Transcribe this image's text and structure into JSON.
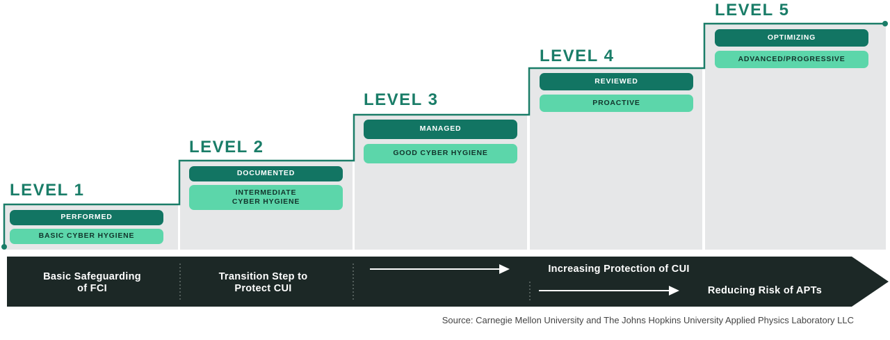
{
  "levels": [
    {
      "title": "LEVEL 1",
      "process": "PERFORMED",
      "practice": "BASIC CYBER HYGIENE"
    },
    {
      "title": "LEVEL 2",
      "process": "DOCUMENTED",
      "practice": "INTERMEDIATE\nCYBER HYGIENE"
    },
    {
      "title": "LEVEL 3",
      "process": "MANAGED",
      "practice": "GOOD CYBER HYGIENE"
    },
    {
      "title": "LEVEL 4",
      "process": "REVIEWED",
      "practice": "PROACTIVE"
    },
    {
      "title": "LEVEL 5",
      "process": "OPTIMIZING",
      "practice": "ADVANCED/PROGRESSIVE"
    }
  ],
  "band": {
    "segment_1": "Basic Safeguarding\nof FCI",
    "segment_2": "Transition Step to\nProtect CUI",
    "arrow_1_label": "Increasing Protection of CUI",
    "arrow_2_label": "Reducing Risk of APTs"
  },
  "source": "Source: Carnegie Mellon University and The Johns Hopkins University Applied Physics Laboratory LLC",
  "colors": {
    "title_green": "#1a7d68",
    "dark_pill": "#127563",
    "light_pill": "#5cd6aa",
    "panel_gray": "#e6e7e8",
    "band_dark": "#1c2826"
  }
}
